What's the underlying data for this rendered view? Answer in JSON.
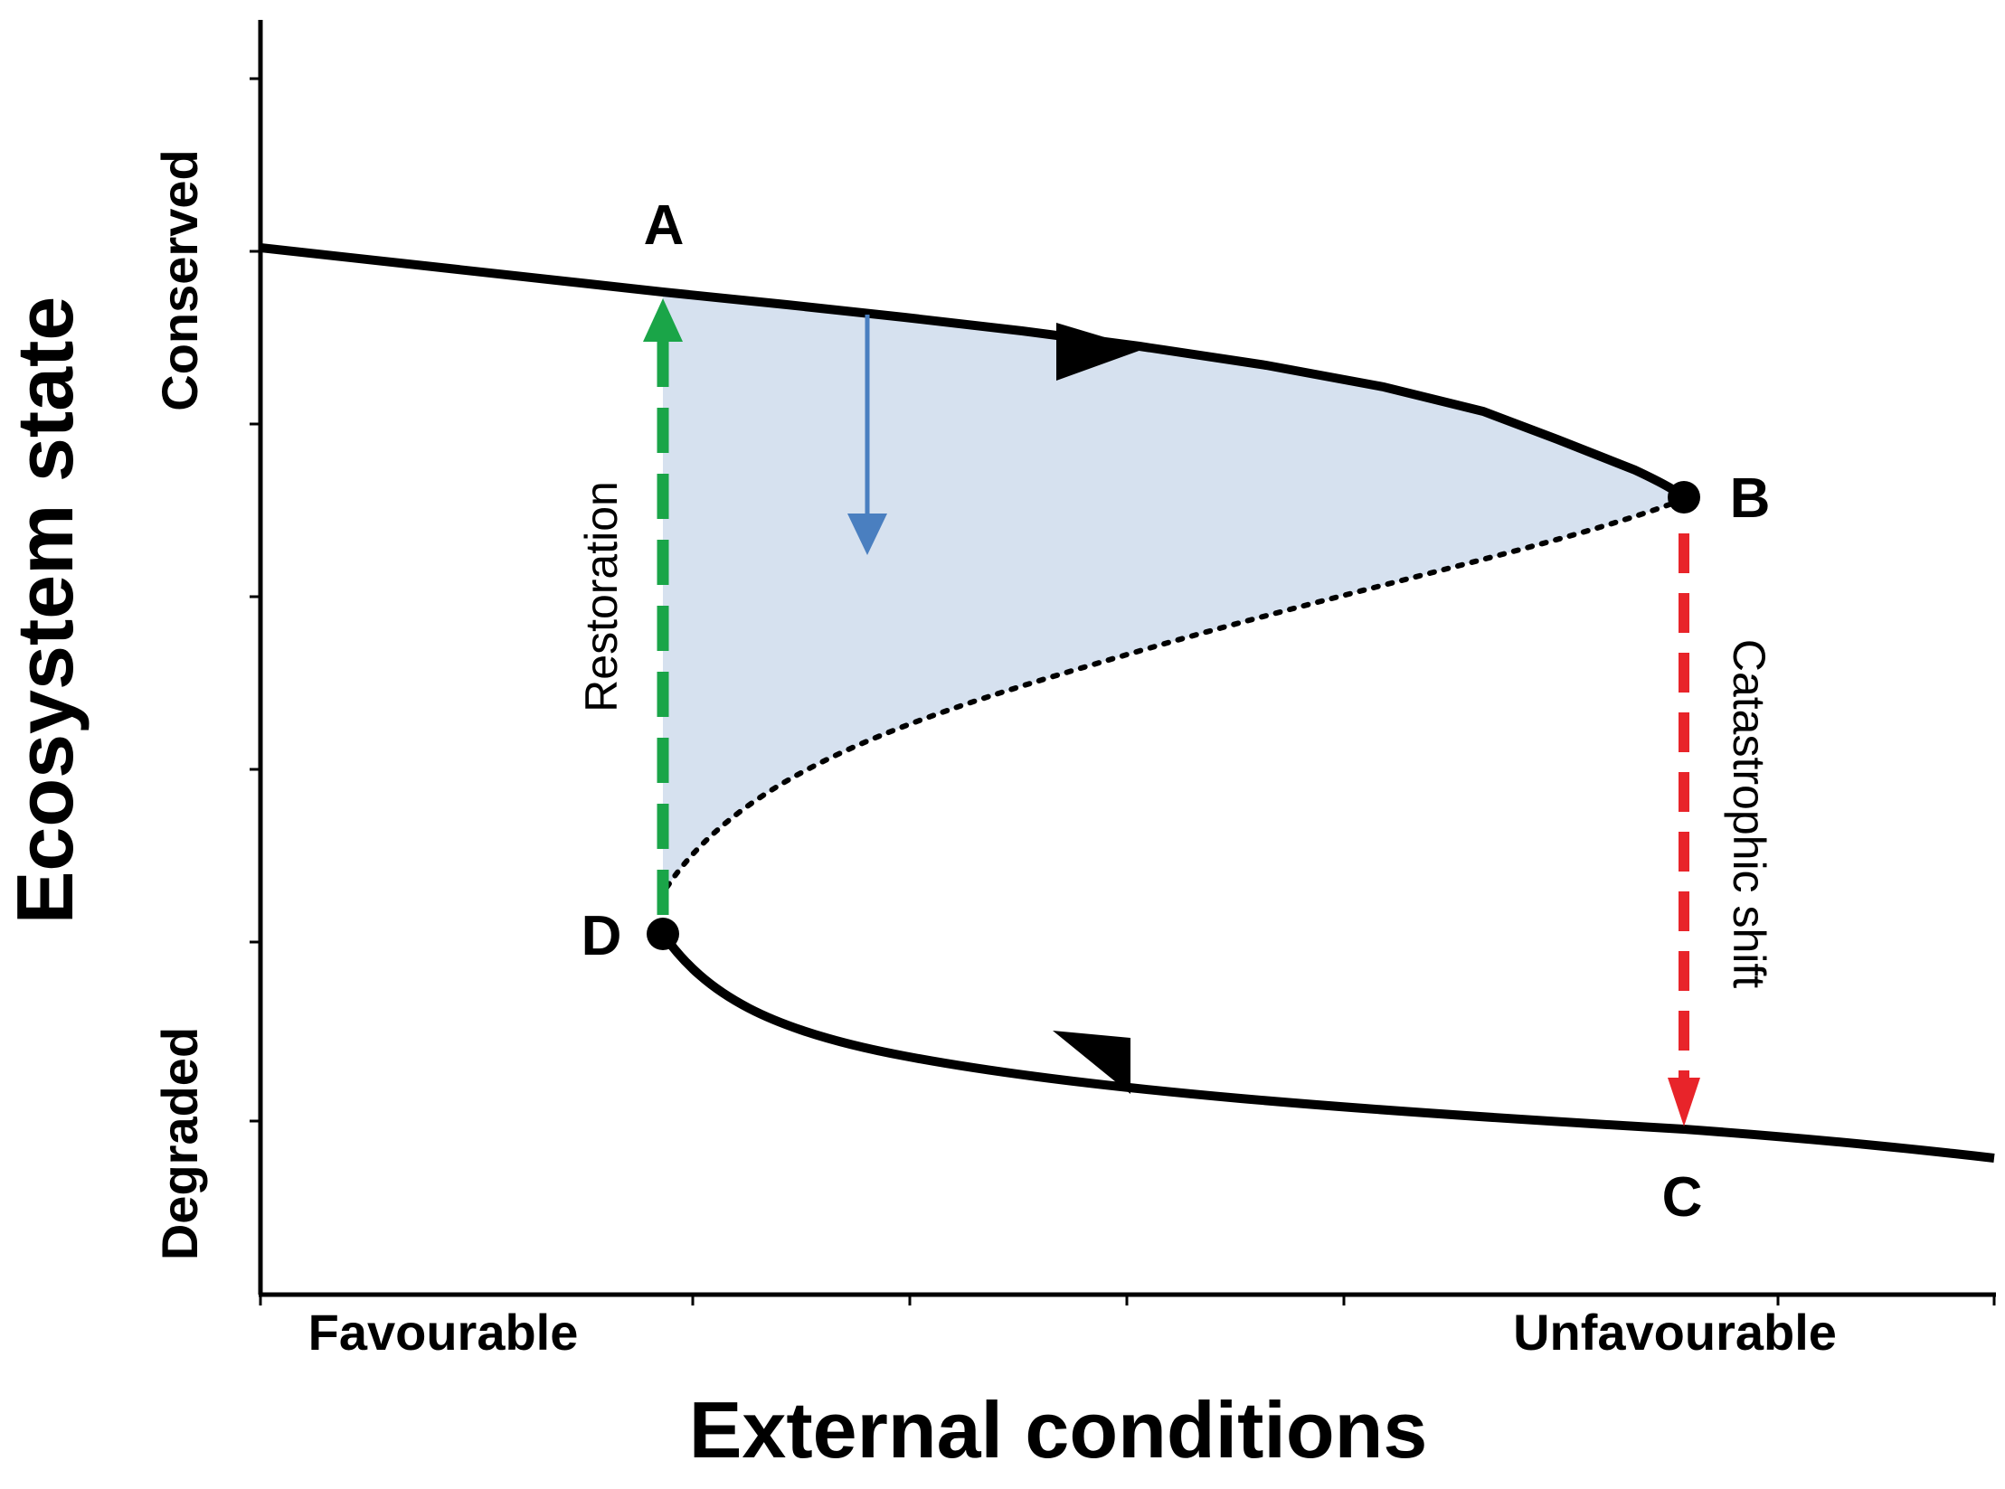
{
  "axes": {
    "x_title": "External conditions",
    "y_title": "Ecosystem state",
    "x_low_label": "Favourable",
    "x_high_label": "Unfavourable",
    "y_high_label": "Conserved",
    "y_low_label": "Degraded"
  },
  "points": {
    "a": "A",
    "b": "B",
    "c": "C",
    "d": "D"
  },
  "arrows": {
    "restoration": "Restoration",
    "catastrophic": "Catastrophic shift"
  },
  "colors": {
    "curve": "#000000",
    "bistable_region": "#d6e1ef",
    "restoration": "#1aa548",
    "catastrophic": "#e8242a",
    "perturbation": "#4a7fc0"
  }
}
